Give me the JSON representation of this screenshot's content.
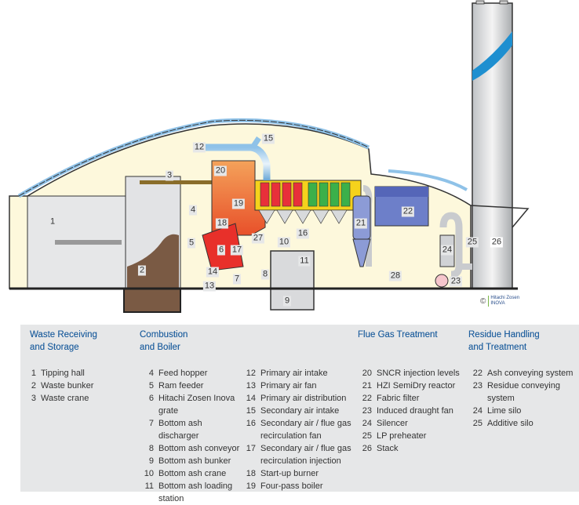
{
  "credit": {
    "symbol": "©",
    "line1": "Hitachi Zosen",
    "line2": "INOVA"
  },
  "diagram_labels": [
    {
      "id": "1",
      "label": "1"
    },
    {
      "id": "2",
      "label": "2"
    },
    {
      "id": "3",
      "label": "3"
    },
    {
      "id": "4",
      "label": "4"
    },
    {
      "id": "5",
      "label": "5"
    },
    {
      "id": "6",
      "label": "6"
    },
    {
      "id": "7",
      "label": "7"
    },
    {
      "id": "8",
      "label": "8"
    },
    {
      "id": "9",
      "label": "9"
    },
    {
      "id": "10",
      "label": "10"
    },
    {
      "id": "11",
      "label": "11"
    },
    {
      "id": "12",
      "label": "12"
    },
    {
      "id": "13",
      "label": "13"
    },
    {
      "id": "14",
      "label": "14"
    },
    {
      "id": "15",
      "label": "15"
    },
    {
      "id": "16",
      "label": "16"
    },
    {
      "id": "17",
      "label": "17"
    },
    {
      "id": "18",
      "label": "18"
    },
    {
      "id": "19",
      "label": "19"
    },
    {
      "id": "20",
      "label": "20"
    },
    {
      "id": "21",
      "label": "21"
    },
    {
      "id": "22",
      "label": "22"
    },
    {
      "id": "23",
      "label": "23"
    },
    {
      "id": "24",
      "label": "24"
    },
    {
      "id": "25",
      "label": "25"
    },
    {
      "id": "26",
      "label": "26"
    },
    {
      "id": "27",
      "label": "27"
    },
    {
      "id": "28",
      "label": "28"
    }
  ],
  "legend": {
    "waste": {
      "heading1": "Waste Receiving",
      "heading2": "and Storage",
      "items": [
        {
          "n": "1",
          "text": "Tipping hall"
        },
        {
          "n": "2",
          "text": "Waste bunker"
        },
        {
          "n": "3",
          "text": "Waste crane"
        }
      ]
    },
    "combustion": {
      "heading1": "Combustion",
      "heading2": "and Boiler",
      "items": [
        {
          "n": "4",
          "text": "Feed hopper"
        },
        {
          "n": "5",
          "text": "Ram feeder"
        },
        {
          "n": "6",
          "text": "Hitachi Zosen Inova grate"
        },
        {
          "n": "7",
          "text": "Bottom ash discharger"
        },
        {
          "n": "8",
          "text": "Bottom ash conveyor"
        },
        {
          "n": "9",
          "text": "Bottom ash bunker"
        },
        {
          "n": "10",
          "text": "Bottom ash crane"
        },
        {
          "n": "11",
          "text": "Bottom ash loading station"
        }
      ]
    },
    "combustion2": {
      "items": [
        {
          "n": "12",
          "text": "Primary air intake"
        },
        {
          "n": "13",
          "text": "Primary air fan"
        },
        {
          "n": "14",
          "text": "Primary air distribution"
        },
        {
          "n": "15",
          "text": "Secondary air intake"
        },
        {
          "n": "16",
          "text": "Secondary air / flue gas recirculation fan"
        },
        {
          "n": "17",
          "text": "Secondary air / flue gas recirculation injection"
        },
        {
          "n": "18",
          "text": "Start-up burner"
        },
        {
          "n": "19",
          "text": "Four-pass boiler"
        }
      ]
    },
    "fluegas": {
      "heading1": "Flue Gas Treatment",
      "items": [
        {
          "n": "20",
          "text": "SNCR injection levels"
        },
        {
          "n": "21",
          "text": "HZI SemiDry reactor"
        },
        {
          "n": "22",
          "text": "Fabric filter"
        },
        {
          "n": "23",
          "text": "Induced draught fan"
        },
        {
          "n": "24",
          "text": "Silencer"
        },
        {
          "n": "25",
          "text": "LP preheater"
        },
        {
          "n": "26",
          "text": "Stack"
        }
      ]
    },
    "residue": {
      "heading1": "Residue Handling",
      "heading2": "and Treatment",
      "items": [
        {
          "n": "22",
          "text": "Ash conveying system"
        },
        {
          "n": "23",
          "text": "Residue conveying system"
        },
        {
          "n": "24",
          "text": "Lime silo"
        },
        {
          "n": "25",
          "text": "Additive silo"
        }
      ]
    }
  }
}
